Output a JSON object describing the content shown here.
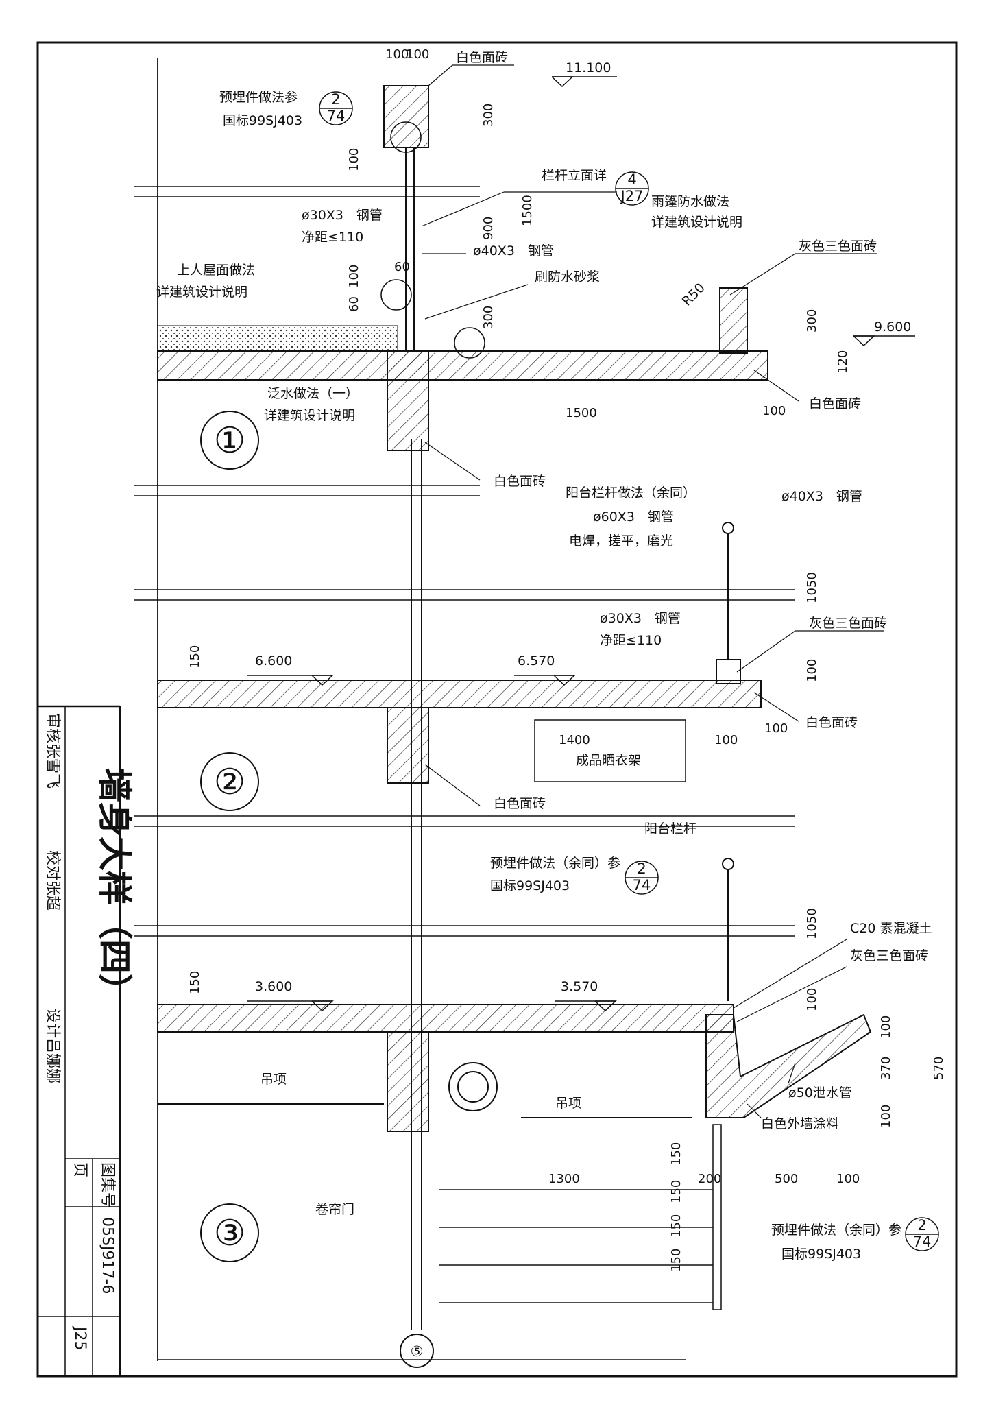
{
  "drawing": {
    "title": "墙身大样（四）",
    "atlas_label": "图集号",
    "atlas_no": "05SJ917-6",
    "page_label": "页",
    "page_no": "J25",
    "signatures": [
      "审核张雪飞",
      "校对张超",
      "设计吕娜娜"
    ]
  },
  "floors": [
    {
      "axis": "①"
    },
    {
      "axis": "②"
    },
    {
      "axis": "③"
    }
  ],
  "wall_axis": "⑤",
  "elevations": [
    "11.100",
    "9.600",
    "6.600",
    "6.570",
    "3.600",
    "3.570"
  ],
  "labels": {
    "white_tile": "白色面砖",
    "grey_tile": "灰色三色面砖",
    "embed_note": "预埋件做法参",
    "embed_note_same": "预埋件做法（余同）参",
    "std_99": "国标99SJ403",
    "rail_elev": "栏杆立面详",
    "canopy_wp_1": "雨篷防水做法",
    "canopy_wp_2": "详建筑设计说明",
    "pipe30": "ø30X3　钢管",
    "gap110": "净距≤110",
    "pipe40": "ø40X3　钢管",
    "mortar": "刷防水砂浆",
    "roof_1": "上人屋面做法",
    "roof_2": "详建筑设计说明",
    "flash_1": "泛水做法（一）",
    "flash_2": "详建筑设计说明",
    "balc_rail_method": "阳台栏杆做法（余同）",
    "pipe60": "ø60X3　钢管",
    "weld": "电焊，搓平，磨光",
    "pipe40b": "ø40X3　钢管",
    "pipe30b": "ø30X3　钢管",
    "gap110b": "净距≤110",
    "dryer": "成品晒衣架",
    "balc_rail": "阳台栏杆",
    "c20": "C20 素混凝土",
    "drain50": "ø50泄水管",
    "ext_paint": "白色外墙涂料",
    "ceiling": "吊项",
    "shutter": "卷帘门",
    "r50": "R50"
  },
  "refs": [
    {
      "top": "2",
      "bottom": "74"
    },
    {
      "top": "4",
      "bottom": "J27"
    }
  ],
  "dims": [
    "100",
    "100",
    "300",
    "100",
    "900",
    "1500",
    "60",
    "100",
    "60",
    "300",
    "300",
    "120",
    "100",
    "1500",
    "1050",
    "150",
    "100",
    "1400",
    "100",
    "100",
    "1050",
    "150",
    "100",
    "100",
    "370",
    "570",
    "100",
    "1300",
    "150",
    "150",
    "150",
    "150",
    "200",
    "500",
    "100"
  ]
}
